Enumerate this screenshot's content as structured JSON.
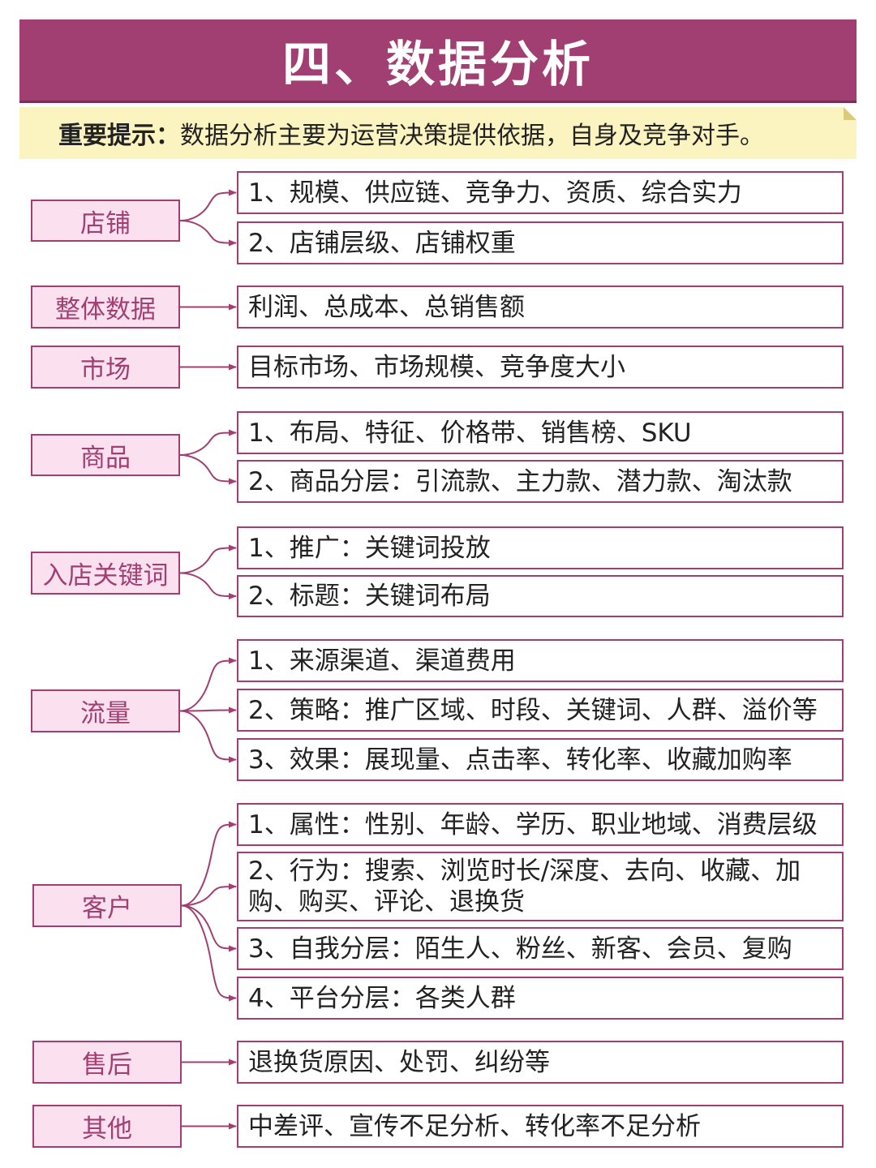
{
  "title": "四、数据分析",
  "tip": {
    "label": "重要提示：",
    "text": "数据分析主要为运营决策提供依据，自身及竞争对手。"
  },
  "categories": [
    {
      "label": "店铺",
      "items": [
        "1、规模、供应链、竞争力、资质、综合实力",
        "2、店铺层级、店铺权重"
      ]
    },
    {
      "label": "整体数据",
      "items": [
        "利润、总成本、总销售额"
      ]
    },
    {
      "label": "市场",
      "items": [
        "目标市场、市场规模、竞争度大小"
      ]
    },
    {
      "label": "商品",
      "items": [
        "1、布局、特征、价格带、销售榜、SKU",
        "2、商品分层：引流款、主力款、潜力款、淘汰款"
      ]
    },
    {
      "label": "入店关键词",
      "items": [
        "1、推广：关键词投放",
        "2、标题：关键词布局"
      ]
    },
    {
      "label": "流量",
      "items": [
        "1、来源渠道、渠道费用",
        "2、策略：推广区域、时段、关键词、人群、溢价等",
        "3、效果：展现量、点击率、转化率、收藏加购率"
      ]
    },
    {
      "label": "客户",
      "items": [
        "1、属性：性别、年龄、学历、职业地域、消费层级",
        "2、行为：搜索、浏览时长/深度、去向、收藏、加购、购买、评论、退换货",
        "3、自我分层：陌生人、粉丝、新客、会员、复购",
        "4、平台分层：各类人群"
      ]
    },
    {
      "label": "售后",
      "items": [
        "退换货原因、处罚、纠纷等"
      ]
    },
    {
      "label": "其他",
      "items": [
        "中差评、宣传不足分析、转化率不足分析"
      ]
    }
  ],
  "colors": {
    "accent": "#a23f72",
    "category_fill": "#fbe1f0",
    "tip_fill": "#fbf3c0"
  }
}
